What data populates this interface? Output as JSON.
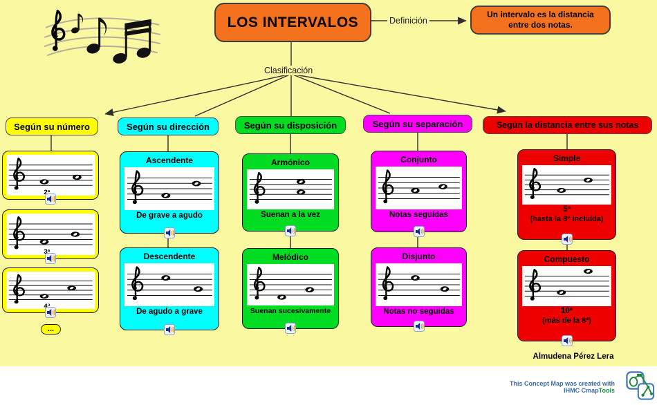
{
  "colors": {
    "canvas_bg": "#FAF8A1",
    "orange": "#F4721E",
    "yellow": "#FFFF00",
    "cyan": "#00FFFF",
    "green": "#00DC22",
    "magenta": "#FF00FF",
    "red": "#EE0000",
    "connector": "#2e2e2e",
    "credit_blue": "#3a6cb0",
    "credit_green": "#1e8a3c"
  },
  "header": {
    "title": "LOS INTERVALOS",
    "definition_link_label": "Definición",
    "definition_text": "Un intervalo es la distancia entre dos notas.",
    "classification_label": "Clasificación"
  },
  "categories": [
    {
      "label": "Según su número",
      "color": "#FFFF00",
      "more_label": "...",
      "items": [
        {
          "staff": "2a"
        },
        {
          "staff": "3a"
        },
        {
          "staff": "4a"
        }
      ]
    },
    {
      "label": "Según su dirección",
      "color": "#00FFFF",
      "items": [
        {
          "title": "Ascendente",
          "staff": "ascendente",
          "caption": "De grave a agudo"
        },
        {
          "title": "Descendente",
          "staff": "descendente",
          "caption": "De agudo a grave"
        }
      ]
    },
    {
      "label": "Según su disposición",
      "color": "#00DC22",
      "items": [
        {
          "title": "Armónico",
          "staff": "armonico",
          "caption": "Suenan a la vez"
        },
        {
          "title": "Melódico",
          "staff": "melodico",
          "caption": "Suenan sucesivamente"
        }
      ]
    },
    {
      "label": "Según su separación",
      "color": "#FF00FF",
      "items": [
        {
          "title": "Conjunto",
          "staff": "conjunto",
          "caption": "Notas seguidas"
        },
        {
          "title": "Disjunto",
          "staff": "disjunto",
          "caption": "Notas no seguidas"
        }
      ]
    },
    {
      "label": "Según la distancia entre sus notas",
      "color": "#EE0000",
      "items": [
        {
          "title": "Simple",
          "staff": "simple",
          "caption": "5ª",
          "caption2": "(hasta la 8ª incluída)"
        },
        {
          "title": "Compuesto",
          "staff": "compuesto",
          "caption": "10ª",
          "caption2": "(más de la 8ª)"
        }
      ]
    }
  ],
  "staffs": {
    "2a": {
      "label": "2ª",
      "notes": [
        [
          43,
          66
        ],
        [
          80,
          55
        ]
      ]
    },
    "3a": {
      "label": "3ª",
      "notes": [
        [
          43,
          68
        ],
        [
          78,
          50
        ]
      ]
    },
    "4a": {
      "label": "4ª",
      "notes": [
        [
          43,
          66
        ],
        [
          74,
          44
        ]
      ]
    },
    "ascendente": {
      "notes": [
        [
          46,
          66
        ],
        [
          80,
          38
        ]
      ]
    },
    "descendente": {
      "notes": [
        [
          46,
          34
        ],
        [
          82,
          60
        ]
      ]
    },
    "armonico": {
      "notes": [
        [
          62,
          57
        ],
        [
          62,
          31
        ]
      ]
    },
    "melodico": {
      "notes": [
        [
          40,
          80
        ],
        [
          72,
          62
        ]
      ]
    },
    "conjunto": {
      "notes": [
        [
          46,
          56
        ],
        [
          78,
          47
        ]
      ]
    },
    "disjunto": {
      "notes": [
        [
          46,
          34
        ],
        [
          80,
          60
        ]
      ]
    },
    "simple": {
      "notes": [
        [
          44,
          64
        ],
        [
          74,
          38
        ]
      ]
    },
    "compuesto": {
      "notes": [
        [
          44,
          66
        ],
        [
          74,
          13
        ]
      ]
    }
  },
  "footer": {
    "author": "Almudena Pérez Lera",
    "credit_line1": "This Concept Map was created with",
    "credit_line2_blue": "IHMC Cmap",
    "credit_line2_green": "Tools"
  },
  "icons": {
    "audio_button": "speaker-icon",
    "top_left_art": "music-notes-image",
    "bottom_right_logo": "cmaptools-logo"
  }
}
